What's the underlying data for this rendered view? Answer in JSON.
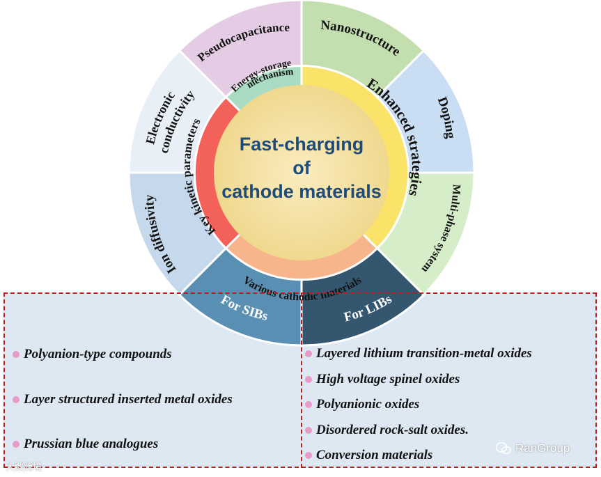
{
  "center": {
    "line1": "Fast-charging",
    "line2": "of",
    "line3": "cathode materials"
  },
  "inner_ring": {
    "energy": "Energy-storage mechanism",
    "energy_line1": "Energy-storage",
    "energy_line2": "mechanism",
    "enhanced": "Enhanced strategies",
    "key": "Key kinetic parameters",
    "various": "Various cathodic materials"
  },
  "outer_ring": {
    "pseudo": "Pseudocapacitance",
    "nano": "Nanostructure",
    "doping": "Doping",
    "multiphase": "Multi-phase system",
    "ion": "Ion diffusivity",
    "electronic_line1": "Electronic",
    "electronic_line2": "conductivity",
    "for_sibs": "For SIBs",
    "for_libs": "For LIBs"
  },
  "sib_list": [
    "Polyanion-type compounds",
    "Layer structured inserted metal oxides",
    "Prussian blue analogues"
  ],
  "lib_list": [
    "Layered lithium transition-metal oxides",
    "High voltage spinel oxides",
    "Polyanionic oxides",
    "Disordered rock-salt oxides.",
    "Conversion materials"
  ],
  "watermarks": {
    "right": "RanGroup",
    "left": "大数跨境"
  },
  "colors": {
    "center": "#f4e3a8",
    "energy": "#a9dcc3",
    "enhanced": "#fbe36a",
    "key": "#f2625a",
    "various": "#f8b48a",
    "pseudo": "#e4cde4",
    "nano": "#c3dfb0",
    "doping": "#c9ddf3",
    "multiphase": "#d5eec9",
    "ion": "#c6d9ec",
    "electronic": "#e9eff6",
    "sibs": "#5a8fb4",
    "libs": "#34576f",
    "panel": "#dde8f3",
    "border": "#b82020",
    "bullet": "#e79bc8"
  }
}
